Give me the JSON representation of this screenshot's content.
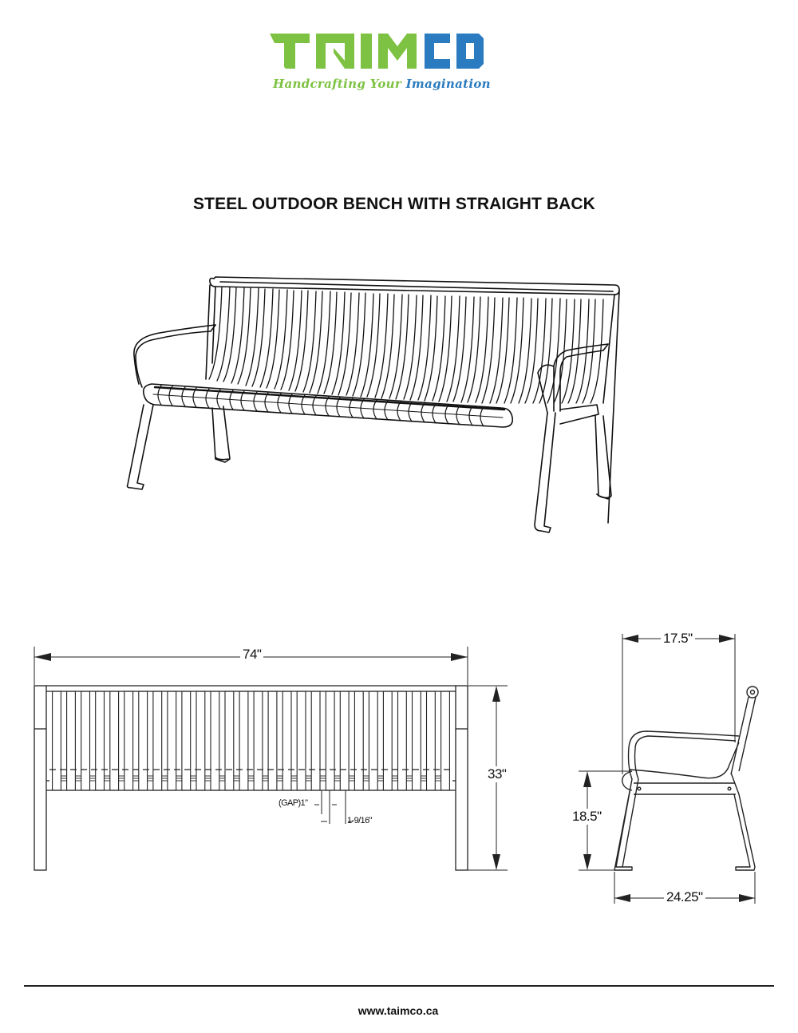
{
  "header": {
    "logo": {
      "text_part1": "TAIM",
      "text_part2": "CO",
      "tagline_part1": "Handcrafting Your",
      "tagline_part2": "Imagination",
      "colors": {
        "green": "#7dc242",
        "blue": "#2a7bbf"
      }
    }
  },
  "title": "STEEL OUTDOOR BENCH WITH STRAIGHT BACK",
  "drawings": {
    "isometric": {
      "label": "bench-perspective-view"
    },
    "front_view": {
      "overall_length": "74\"",
      "overall_height": "33\"",
      "slat_gap": "(GAP)1\"",
      "slat_width": "1-9/16\"",
      "slat_count": 28
    },
    "side_view": {
      "seat_depth": "17.5\"",
      "seat_height": "18.5\"",
      "base_depth": "24.25\""
    }
  },
  "footer": {
    "url": "www.taimco.ca"
  }
}
